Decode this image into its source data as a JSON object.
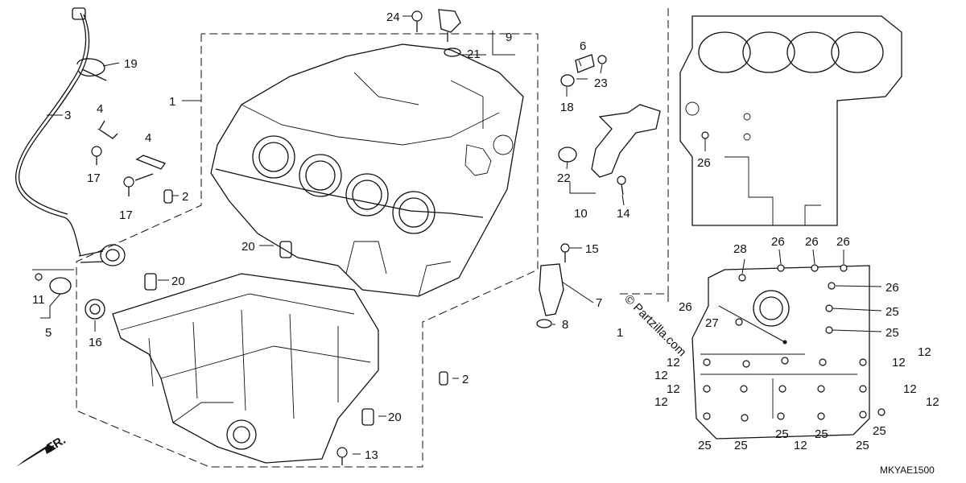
{
  "watermark": "© Partzilla.com",
  "diagram_code": "MKYAE1500",
  "front_marker": "FR.",
  "callouts": [
    {
      "id": "c24",
      "text": "24"
    },
    {
      "id": "c19",
      "text": "19"
    },
    {
      "id": "c3",
      "text": "3"
    },
    {
      "id": "c4a",
      "text": "4"
    },
    {
      "id": "c4b",
      "text": "4"
    },
    {
      "id": "c17a",
      "text": "17"
    },
    {
      "id": "c17b",
      "text": "17"
    },
    {
      "id": "c2a",
      "text": "2"
    },
    {
      "id": "c1a",
      "text": "1"
    },
    {
      "id": "c9",
      "text": "9"
    },
    {
      "id": "c21",
      "text": "21"
    },
    {
      "id": "c6",
      "text": "6"
    },
    {
      "id": "c23",
      "text": "23"
    },
    {
      "id": "c18",
      "text": "18"
    },
    {
      "id": "c22",
      "text": "22"
    },
    {
      "id": "c10",
      "text": "10"
    },
    {
      "id": "c14",
      "text": "14"
    },
    {
      "id": "c15",
      "text": "15"
    },
    {
      "id": "c7",
      "text": "7"
    },
    {
      "id": "c8",
      "text": "8"
    },
    {
      "id": "c20a",
      "text": "20"
    },
    {
      "id": "c20b",
      "text": "20"
    },
    {
      "id": "c20c",
      "text": "20"
    },
    {
      "id": "c11",
      "text": "11"
    },
    {
      "id": "c5",
      "text": "5"
    },
    {
      "id": "c16",
      "text": "16"
    },
    {
      "id": "c2b",
      "text": "2"
    },
    {
      "id": "c13",
      "text": "13"
    },
    {
      "id": "c26top",
      "text": "26"
    },
    {
      "id": "c28",
      "text": "28"
    },
    {
      "id": "c26a",
      "text": "26"
    },
    {
      "id": "c26b",
      "text": "26"
    },
    {
      "id": "c26c",
      "text": "26"
    },
    {
      "id": "c26d",
      "text": "26"
    },
    {
      "id": "c26e",
      "text": "26"
    },
    {
      "id": "c25a",
      "text": "25"
    },
    {
      "id": "c25b",
      "text": "25"
    },
    {
      "id": "c27",
      "text": "27"
    },
    {
      "id": "c1b",
      "text": "1"
    },
    {
      "id": "c12a",
      "text": "12"
    },
    {
      "id": "c12b",
      "text": "12"
    },
    {
      "id": "c12c",
      "text": "12"
    },
    {
      "id": "c12d",
      "text": "12"
    },
    {
      "id": "c12e",
      "text": "12"
    },
    {
      "id": "c12f",
      "text": "12"
    },
    {
      "id": "c12g",
      "text": "12"
    },
    {
      "id": "c12h",
      "text": "12"
    },
    {
      "id": "c12i",
      "text": "12"
    },
    {
      "id": "c25c",
      "text": "25"
    },
    {
      "id": "c25d",
      "text": "25"
    },
    {
      "id": "c25e",
      "text": "25"
    },
    {
      "id": "c25f",
      "text": "25"
    },
    {
      "id": "c12j",
      "text": "12"
    },
    {
      "id": "c25g",
      "text": "25"
    },
    {
      "id": "c25h",
      "text": "25"
    }
  ]
}
